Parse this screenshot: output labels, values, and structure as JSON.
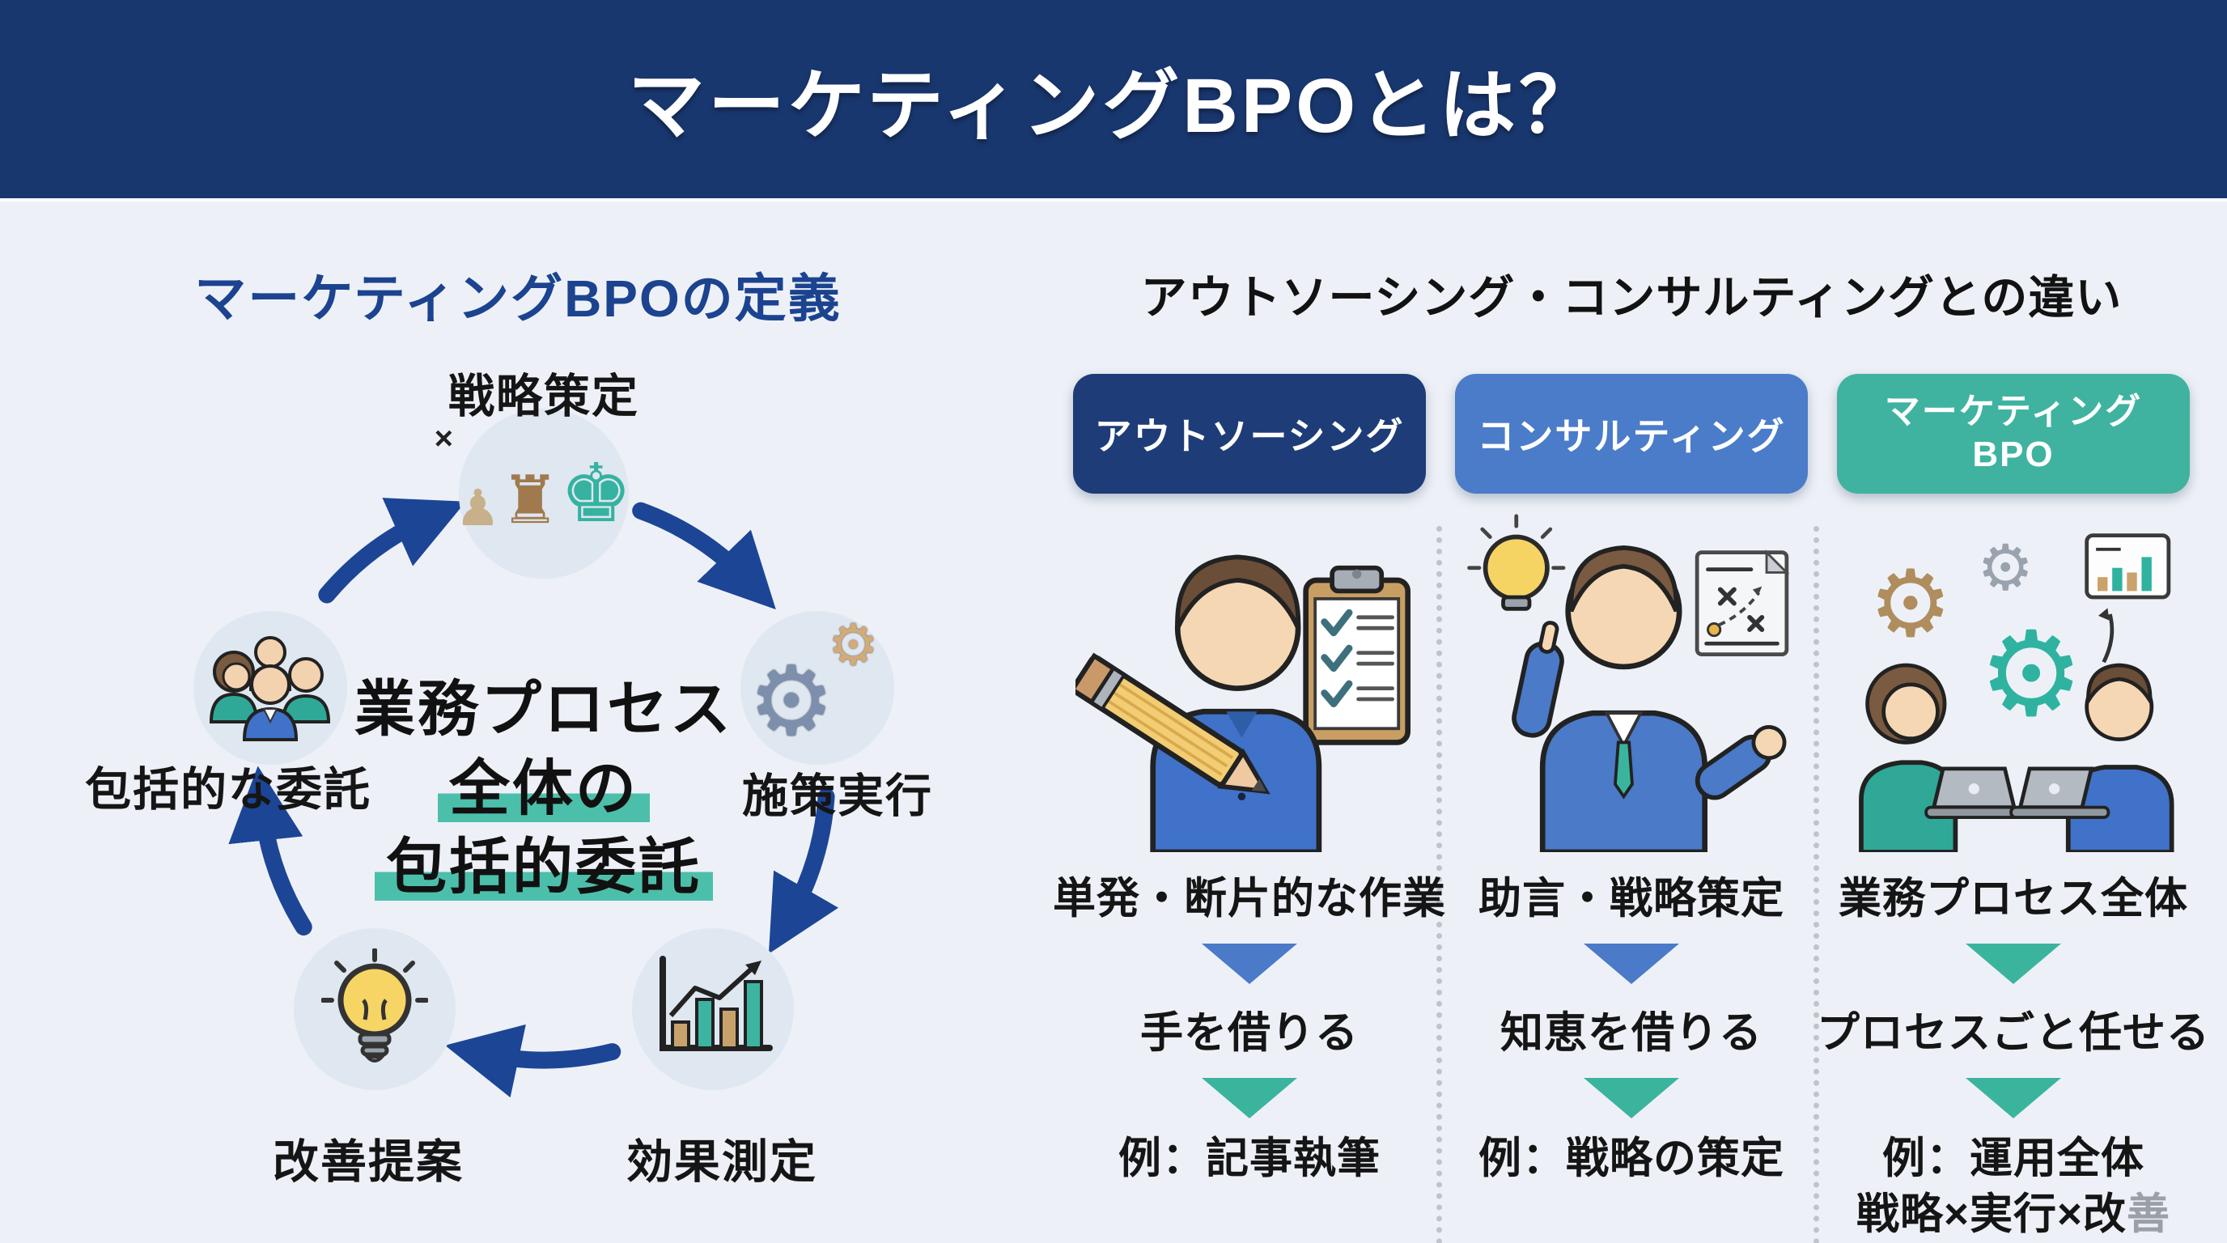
{
  "banner": {
    "title": "マーケティングBPOとは？",
    "bg": "#19376f"
  },
  "left": {
    "heading": "マーケティングBPOの定義",
    "center": {
      "line1": "業務プロセス",
      "line2": "全体の",
      "line3": "包括的委託"
    },
    "nodes": [
      {
        "label": "戦略策定",
        "icon": "chess-pieces-icon"
      },
      {
        "label": "施策実行",
        "icon": "gears-icon"
      },
      {
        "label": "効果測定",
        "icon": "bar-chart-icon"
      },
      {
        "label": "改善提案",
        "icon": "lightbulb-icon"
      },
      {
        "label": "包括的な委託",
        "icon": "people-group-icon"
      }
    ]
  },
  "right": {
    "heading": "アウトソーシング・コンサルティングとの違い",
    "columns": [
      {
        "header": "アウトソーシング",
        "header_color": "#1e3c78",
        "icon": "writer-clipboard-icon",
        "scope": "単発・断片的な作業",
        "approach": "手を借りる",
        "example": "例：記事執筆",
        "arrow1_color": "#4a7ac8",
        "arrow2_color": "#3bb49e"
      },
      {
        "header": "コンサルティング",
        "header_color": "#4a7cc9",
        "icon": "consultant-strategy-icon",
        "scope": "助言・戦略策定",
        "approach": "知恵を借りる",
        "example": "例：戦略の策定",
        "arrow1_color": "#4a7ac8",
        "arrow2_color": "#3bb49e"
      },
      {
        "header_line1": "マーケティング",
        "header_line2": "BPO",
        "header_color": "#3fb3a0",
        "icon": "team-gears-icon",
        "scope": "業務プロセス全体",
        "approach": "プロセスごと任せる",
        "example": "例：運用全体",
        "example_line2_black": "戦略×実行×改",
        "example_line2_gray": "善",
        "arrow1_color": "#3bb49e",
        "arrow2_color": "#3bb49e"
      }
    ]
  },
  "colors": {
    "page_bg": "#edf1f7",
    "banner_bg": "#19376f",
    "cycle_arrow_navy": "#1c4596",
    "highlight_teal": "#4cbfab",
    "node_circle_bg": "#dfe7f1",
    "divider_gray": "#bdc4cd",
    "heading_navy": "#1c4390",
    "text_dark": "#151515"
  }
}
